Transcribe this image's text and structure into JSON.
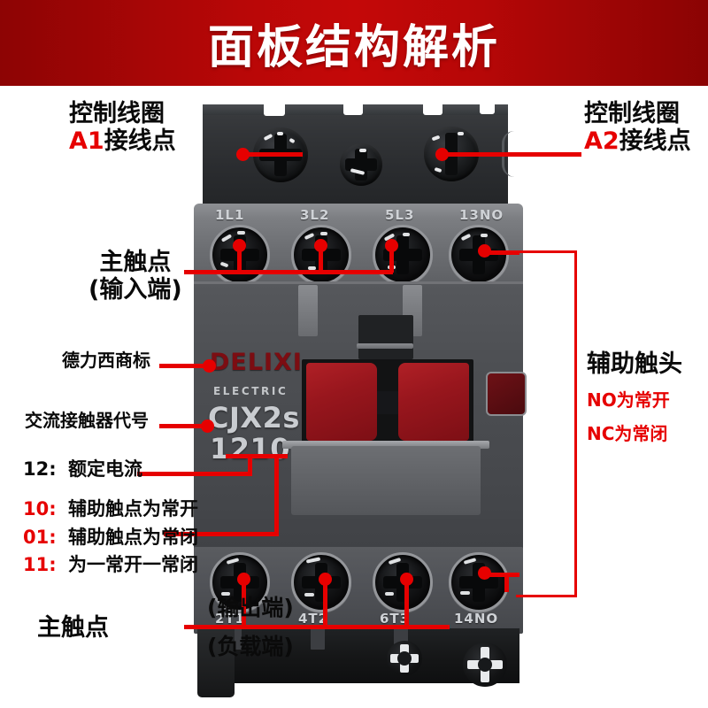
{
  "banner": {
    "title": "面板结构解析"
  },
  "device": {
    "brand": "DELIXI",
    "brand_sub": "ELECTRIC",
    "model_line1": "CJX2s",
    "model_line2": "1210",
    "terminals_top": [
      "1L1",
      "3L2",
      "5L3",
      "13NO"
    ],
    "terminals_bottom": [
      "2T1",
      "4T2",
      "6T3",
      "14NO"
    ]
  },
  "annotations": {
    "coil_a1": {
      "line1": "控制线圈",
      "line2_red": "A1",
      "line2_rest": "接线点"
    },
    "coil_a2": {
      "line1": "控制线圈",
      "line2_red": "A2",
      "line2_rest": "接线点"
    },
    "main_in": {
      "line1": "主触点",
      "line2": "(输入端)"
    },
    "trademark": {
      "label": "德力西商标"
    },
    "model_code": {
      "label": "交流接触器代号"
    },
    "aux": {
      "title": "辅助触头",
      "no": "NO为常开",
      "nc": "NC为常闭"
    },
    "main_out": {
      "label": "主触点",
      "line_top": "(输出端)",
      "line_bottom": "(负载端)"
    },
    "code_list": [
      {
        "num": "12",
        "num_color": "#0a0a0a",
        "sep": ":",
        "text": "额定电流"
      },
      {
        "num": "10",
        "num_color": "#e60000",
        "sep": ":",
        "text": "辅助触点为常开"
      },
      {
        "num": "01",
        "num_color": "#e60000",
        "sep": ":",
        "text": "辅助触点为常闭"
      },
      {
        "num": "11",
        "num_color": "#e60000",
        "sep": ":",
        "text": "为一常开一常闭"
      }
    ]
  },
  "colors": {
    "banner_red": "#b80707",
    "accent_red": "#e60000",
    "brand_red": "#7c0d12",
    "text_black": "#0a0a0a"
  }
}
